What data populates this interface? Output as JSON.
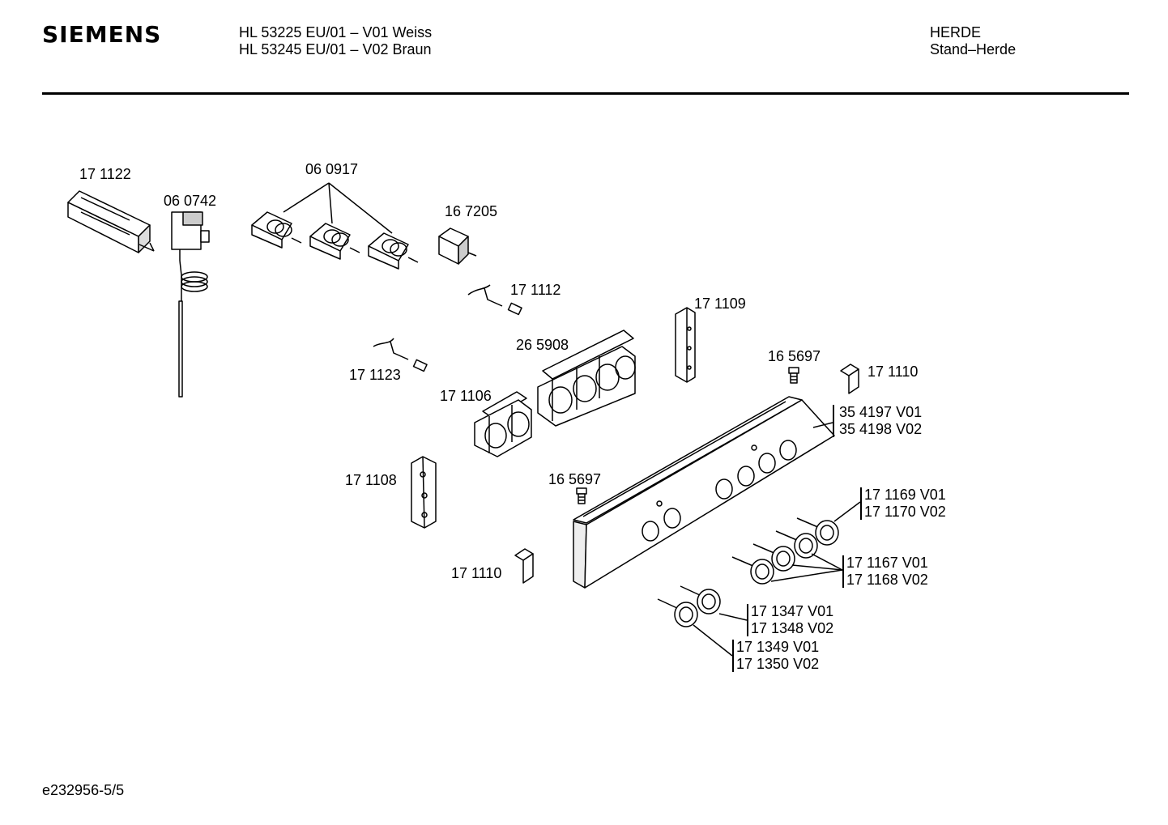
{
  "header": {
    "brand": "SIEMENS",
    "model_lines": [
      "HL 53225 EU/01 – V01 Weiss",
      "HL 53245 EU/01 – V02 Braun"
    ],
    "category_lines": [
      "HERDE",
      "Stand–Herde"
    ]
  },
  "footer": {
    "doc_id": "e232956-5/5"
  },
  "parts": {
    "p171122": "17 1122",
    "p060742": "06 0742",
    "p060917": "06 0917",
    "p167205": "16 7205",
    "p171112": "17 1112",
    "p171109": "17 1109",
    "p265908": "26 5908",
    "p171123": "17 1123",
    "p165697a": "16 5697",
    "p171110a": "17 1110",
    "p171106": "17 1106",
    "p354197": "35 4197 V01",
    "p354198": "35 4198 V02",
    "p171108": "17 1108",
    "p165697b": "16 5697",
    "p171169": "17 1169 V01",
    "p171170": "17 1170 V02",
    "p171167": "17 1167 V01",
    "p171168": "17 1168 V02",
    "p171110b": "17 1110",
    "p171347": "17 1347 V01",
    "p171348": "17 1348 V02",
    "p171349": "17 1349 V01",
    "p171350": "17 1350 V02"
  }
}
